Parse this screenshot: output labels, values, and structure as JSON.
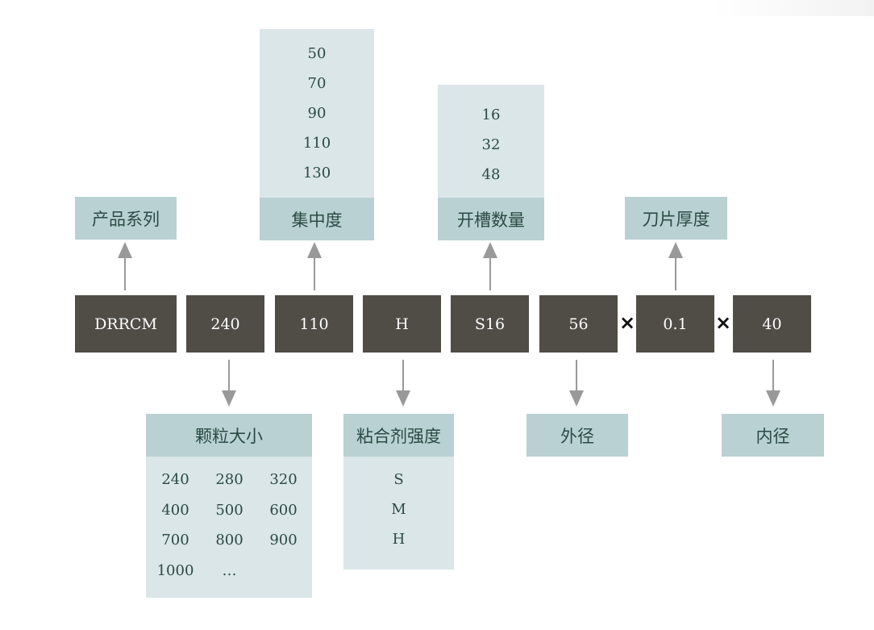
{
  "codes": {
    "series": "DRRCM",
    "grit": "240",
    "concentration": "110",
    "bond": "H",
    "slots": "S16",
    "outer": "56",
    "thickness": "0.1",
    "inner": "40",
    "times": "×"
  },
  "labels": {
    "series": "产品系列",
    "concentration": "集中度",
    "slots": "开槽数量",
    "thickness": "刀片厚度",
    "grit": "颗粒大小",
    "bond": "粘合剂强度",
    "outer": "外径",
    "inner": "内径"
  },
  "concentration_options": [
    "50",
    "70",
    "90",
    "110",
    "130"
  ],
  "slot_options": [
    "16",
    "32",
    "48"
  ],
  "grit_options": [
    "240",
    "280",
    "320",
    "400",
    "500",
    "600",
    "700",
    "800",
    "900",
    "1000",
    "…"
  ],
  "bond_options": [
    "S",
    "M",
    "H"
  ],
  "colors": {
    "code_box": "#4f4d46",
    "label_box": "#b9d1d2",
    "panel": "#dbe6e8",
    "text_dark": "#2b4a45",
    "arrow": "#999999"
  }
}
